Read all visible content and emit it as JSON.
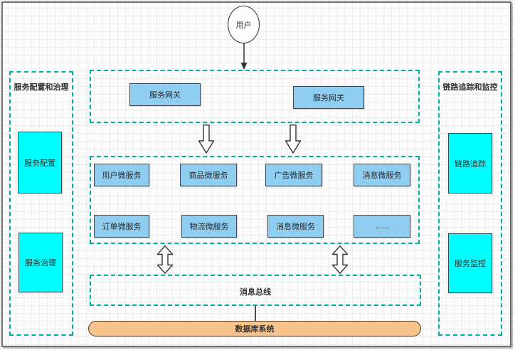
{
  "diagram": {
    "user_node": "用户",
    "gateway_section": {
      "gateway1": "服务网关",
      "gateway2": "服务网关"
    },
    "left_panel": {
      "title": "服务配置和治理",
      "items": [
        "服务配置",
        "服务治理"
      ]
    },
    "right_panel": {
      "title": "链路追踪和监控",
      "items": [
        "链路追踪",
        "服务监控"
      ]
    },
    "services": {
      "row1": [
        "用户微服务",
        "商品微服务",
        "广告微服务",
        "消息微服务"
      ],
      "row2": [
        "订单微服务",
        "物流微服务",
        "消息微服务",
        "......"
      ]
    },
    "message_bus": "消息总线",
    "database": "数据库系统",
    "colors": {
      "dashed_border": "#00AFA3",
      "service_box_fill": "#8FCDF1",
      "panel_box_fill": "#00FFFF",
      "database_fill": "#F8C48B",
      "shape_border": "#444444"
    }
  }
}
